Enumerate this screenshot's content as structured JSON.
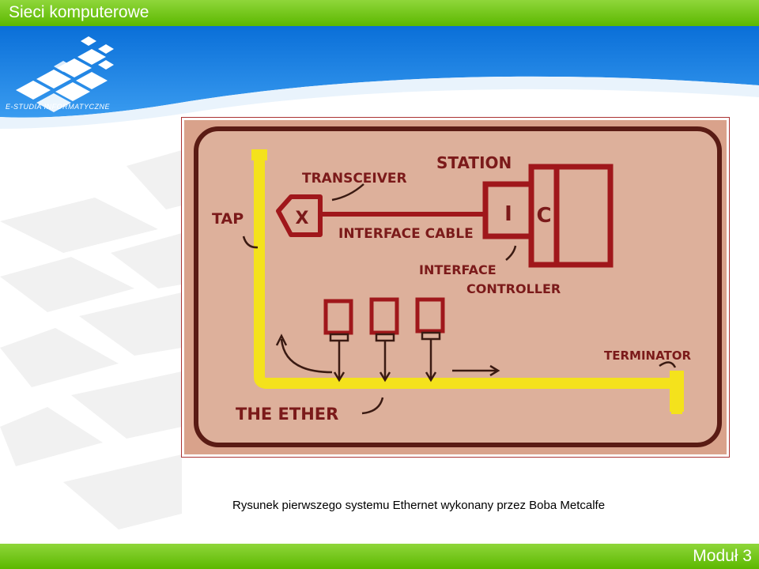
{
  "header": {
    "title": "Sieci komputerowe",
    "logo_text": "E-STUDIA INFORMATYCZNE"
  },
  "diagram": {
    "labels": {
      "station": "STATION",
      "transceiver": "TRANSCEIVER",
      "tap": "TAP",
      "x_box": "X",
      "interface_cable": "INTERFACE CABLE",
      "i_box": "I",
      "c_box": "C",
      "interface": "INTERFACE",
      "controller": "CONTROLLER",
      "terminator": "TERMINATOR",
      "the_ether": "THE ETHER"
    },
    "colors": {
      "paper": "#d8a98f",
      "ink": "#a0171b",
      "cable": "#f4e21c",
      "pen": "#3a1a12"
    }
  },
  "caption": "Rysunek pierwszego systemu Ethernet wykonany przez Boba Metcalfe",
  "footer": {
    "module": "Moduł 3"
  }
}
